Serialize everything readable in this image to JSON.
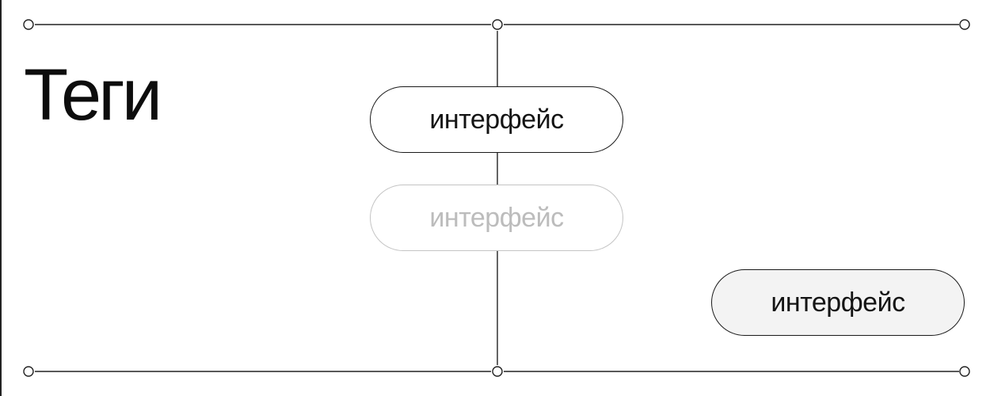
{
  "header": {
    "title": "Теги"
  },
  "tags": [
    {
      "state": "default",
      "label": "интерфейс"
    },
    {
      "state": "disabled",
      "label": "интерфейс"
    },
    {
      "state": "active",
      "label": "интерфейс"
    }
  ],
  "colors": {
    "line": "#222222",
    "text": "#111111",
    "disabled_text": "#bcbcbc",
    "disabled_border": "#c4c4c4",
    "active_fill": "#f3f3f3"
  }
}
